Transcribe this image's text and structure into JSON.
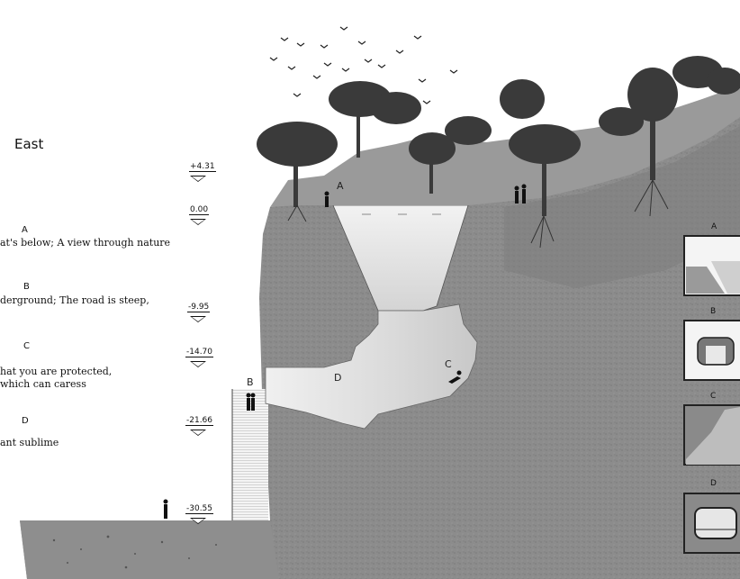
{
  "heading": "East",
  "descriptions": [
    {
      "letter": "A",
      "line1": "at's below; A view through nature",
      "line2": ""
    },
    {
      "letter": "B",
      "line1": "derground; The road is steep,",
      "line2": ""
    },
    {
      "letter": "C",
      "line1": "hat you are protected,",
      "line2": "which can caress"
    },
    {
      "letter": "D",
      "line1": "ant sublime",
      "line2": ""
    }
  ],
  "levels": [
    "+4.31",
    "0.00",
    "-9.95",
    "-14.70",
    "-21.66",
    "-30.55"
  ],
  "section_markers": [
    "A",
    "B",
    "C",
    "D"
  ],
  "thumbnails": [
    {
      "label": "A"
    },
    {
      "label": "B"
    },
    {
      "label": "C"
    },
    {
      "label": "D"
    }
  ],
  "colors": {
    "earth": "#8a8a8a",
    "earth_dark": "#6f6f6f",
    "void": "#e2e2e2",
    "sky": "#ffffff",
    "tree": "#333333"
  }
}
